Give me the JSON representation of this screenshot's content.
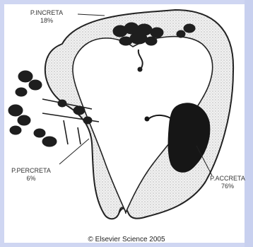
{
  "labels": {
    "increta": {
      "name": "P.INCRETA",
      "percent": "18%"
    },
    "percreta": {
      "name": "P.PERCRETA",
      "percent": "6%"
    },
    "accreta": {
      "name": "P.ACCRETA",
      "percent": "76%"
    }
  },
  "copyright": "© Elsevier Science 2005",
  "colors": {
    "frame": "#cfd6f2",
    "ink": "#222222",
    "tissue": "#e6e6e6"
  }
}
